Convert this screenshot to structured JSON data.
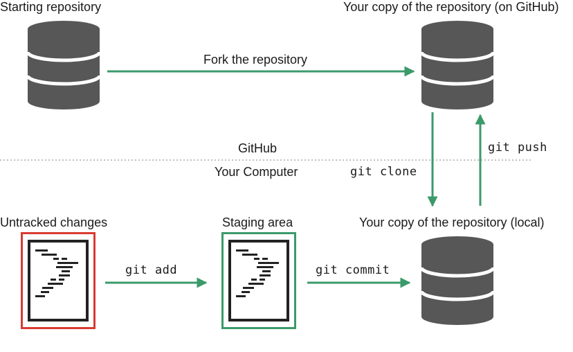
{
  "labels": {
    "starting_repo": "Starting repository",
    "github_copy": "Your copy of the repository (on GitHub)",
    "fork": "Fork the repository",
    "github": "GitHub",
    "your_computer": "Your Computer",
    "local_copy": "Your copy of the repository (local)",
    "untracked": "Untracked changes",
    "staging": "Staging area"
  },
  "commands": {
    "push": "git push",
    "clone": "git clone",
    "add": "git add",
    "commit": "git commit"
  },
  "colors": {
    "arrow": "#3a9a6a",
    "database": "#575757",
    "untracked_border": "#d93a32",
    "staging_border": "#3a9a6a",
    "divider": "#9a9a9a"
  },
  "icons": {
    "database": "database-icon",
    "document": "code-document-icon"
  }
}
